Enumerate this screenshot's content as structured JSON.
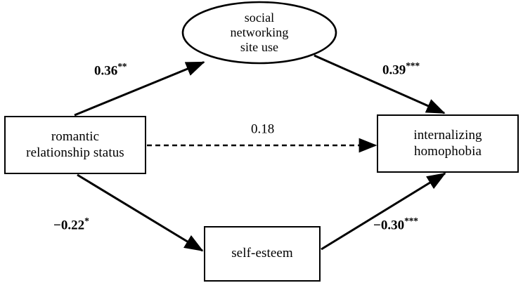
{
  "diagram": {
    "type": "path-analysis-mediation-model",
    "nodes": [
      {
        "id": "romantic",
        "shape": "rectangle",
        "label": "romantic\nrelationship status",
        "role": "predictor"
      },
      {
        "id": "sns",
        "shape": "ellipse",
        "label": "social\nnetworking\nsite use",
        "role": "mediator"
      },
      {
        "id": "selfesteem",
        "shape": "rectangle",
        "label": "self-esteem",
        "role": "mediator"
      },
      {
        "id": "internalizing",
        "shape": "rectangle",
        "label": "internalizing\nhomophobia",
        "role": "outcome"
      }
    ],
    "edges": [
      {
        "id": "a-path",
        "from": "romantic",
        "to": "sns",
        "coefficient": "0.36",
        "stars": "**",
        "style": "solid"
      },
      {
        "id": "b-path",
        "from": "sns",
        "to": "internalizing",
        "coefficient": "0.39",
        "stars": "***",
        "style": "solid"
      },
      {
        "id": "c-path",
        "from": "romantic",
        "to": "internalizing",
        "coefficient": "0.18",
        "stars": "",
        "style": "dashed"
      },
      {
        "id": "d-path",
        "from": "romantic",
        "to": "selfesteem",
        "coefficient": "−0.22",
        "stars": "*",
        "style": "solid"
      },
      {
        "id": "e-path",
        "from": "selfesteem",
        "to": "internalizing",
        "coefficient": "−0.30",
        "stars": "***",
        "style": "solid"
      }
    ]
  },
  "colors": {
    "stroke": "#000000",
    "background": "#ffffff",
    "text": "#000000"
  }
}
